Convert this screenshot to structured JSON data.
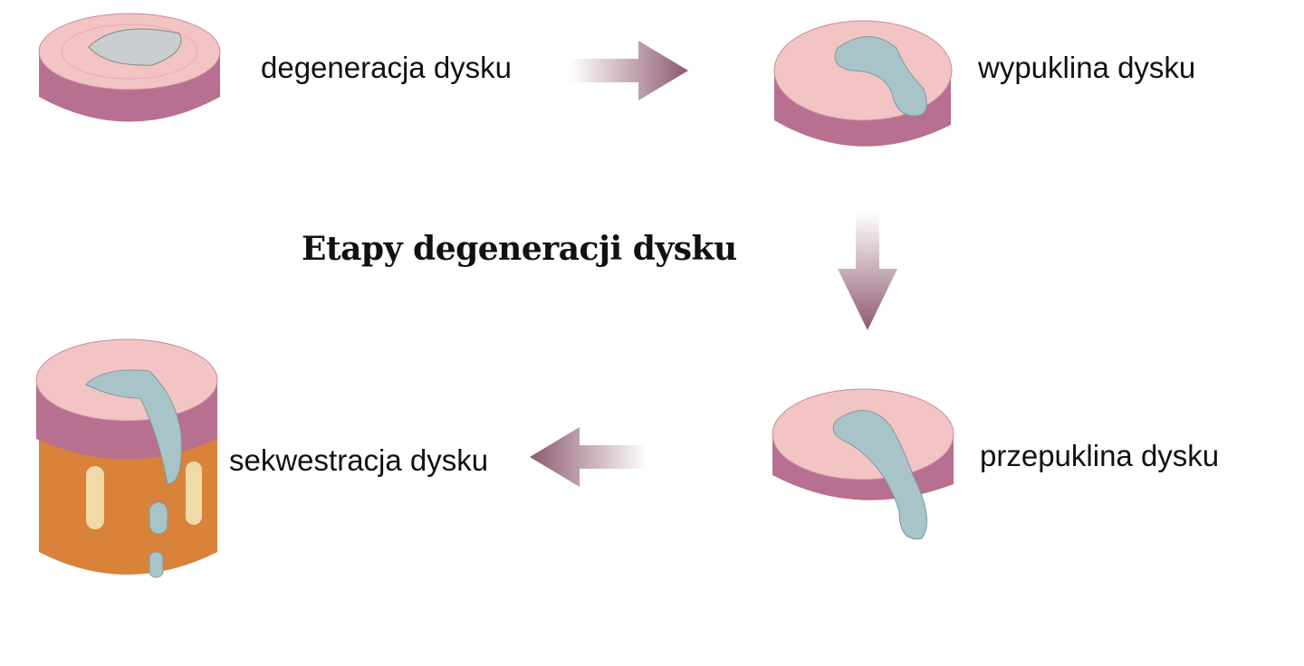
{
  "title": "Etapy degeneracji dysku",
  "stages": [
    {
      "label": "degeneracja dysku"
    },
    {
      "label": "wypuklina dysku"
    },
    {
      "label": "przepuklina dysku"
    },
    {
      "label": "sekwestracja dysku"
    }
  ],
  "colors": {
    "disc_top": "#f2c4c4",
    "disc_side": "#b7708f",
    "nucleus": "#a9c4c8",
    "arrow": "#8d5a70",
    "vertebra": "#d9823a"
  }
}
